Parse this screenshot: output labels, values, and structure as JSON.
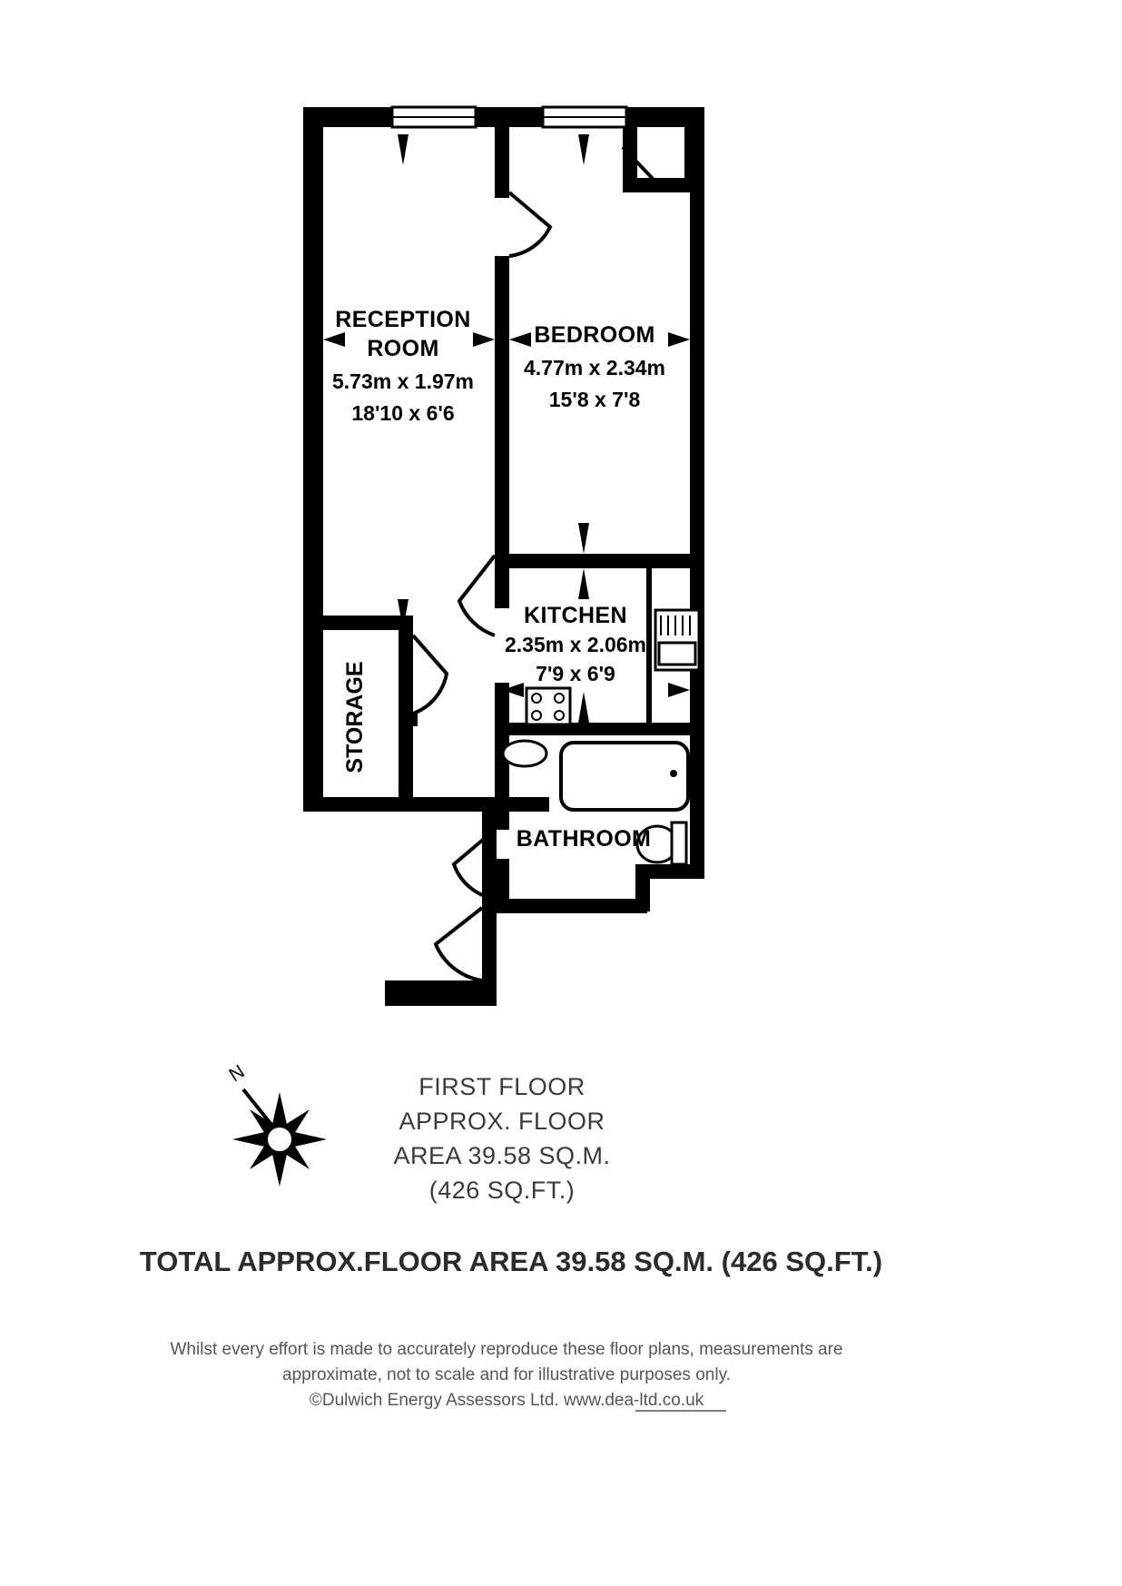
{
  "document": {
    "type": "floor-plan",
    "title": "FIRST FLOOR"
  },
  "rooms": [
    {
      "id": "reception-room",
      "name_line1": "RECEPTION",
      "name_line2": "ROOM",
      "metric": "5.73m x 1.97m",
      "imperial": "18'10 x 6'6"
    },
    {
      "id": "bedroom",
      "name_line1": "BEDROOM",
      "name_line2": "",
      "metric": "4.77m x 2.34m",
      "imperial": "15'8 x 7'8"
    },
    {
      "id": "kitchen",
      "name_line1": "KITCHEN",
      "name_line2": "",
      "metric": "2.35m x 2.06m",
      "imperial": "7'9 x 6'9"
    },
    {
      "id": "bathroom",
      "name_line1": "BATHROOM",
      "name_line2": "",
      "metric": "",
      "imperial": ""
    },
    {
      "id": "storage",
      "name_line1": "STORAGE",
      "name_line2": "",
      "metric": "",
      "imperial": ""
    }
  ],
  "compass": {
    "label": "N",
    "icon": "compass-rose-icon"
  },
  "summary": {
    "line1": "FIRST FLOOR",
    "line2": "APPROX. FLOOR",
    "line3": "AREA 39.58 SQ.M.",
    "line4": "(426 SQ.FT.)"
  },
  "total": {
    "text": "TOTAL APPROX.FLOOR AREA 39.58 SQ.M. (426 SQ.FT.)"
  },
  "disclaimer": {
    "line1": "Whilst every effort is made to accurately reproduce these floor plans, measurements are",
    "line2": "approximate, not to scale and for illustrative purposes only.",
    "line3": "©Dulwich Energy Assessors Ltd. www.dea-ltd.co.uk"
  },
  "colors": {
    "wall": "#000000",
    "background": "#ffffff",
    "text": "#000000",
    "muted_text": "#555555"
  }
}
